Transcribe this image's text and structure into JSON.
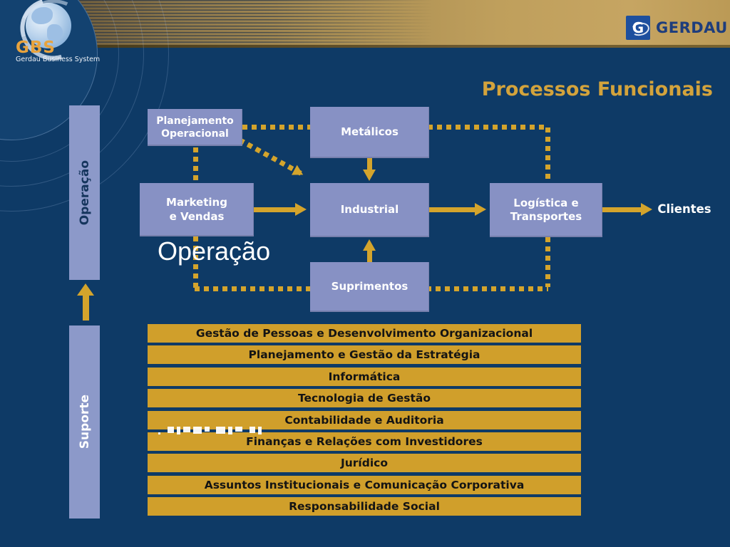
{
  "logo_gbs": {
    "acronym": "GBS",
    "subtitle": "Gerdau Business System"
  },
  "logo_gerdau": {
    "monogram": "G",
    "brand": "GERDAU"
  },
  "title": "Processos Funcionais",
  "lanes": {
    "operation": "Operação",
    "support": "Suporte"
  },
  "caption_operacao": "Operação",
  "boxes": {
    "planejamento": "Planejamento\nOperacional",
    "metalicos": "Metálicos",
    "marketing": "Marketing\ne Vendas",
    "industrial": "Industrial",
    "logistica": "Logística e\nTransportes",
    "suprimentos": "Suprimentos"
  },
  "labels": {
    "clientes": "Clientes"
  },
  "support": {
    "bars": [
      "Gestão de Pessoas e Desenvolvimento Organizacional",
      "Planejamento e Gestão da Estratégia",
      "Informática",
      "Tecnologia de Gestão",
      "Contabilidade e Auditoria",
      "Finanças e Relações com Investidores",
      "Jurídico",
      "Assuntos Institucionais e Comunicação Corporativa",
      "Responsabilidade Social"
    ]
  },
  "colors": {
    "background": "#0E3A66",
    "box_fill": "#8791C4",
    "lane_fill": "#8C99C9",
    "connector_gold": "#D4A42C",
    "support_bar_gold": "#D09F2B",
    "title_gold": "#D3A33C",
    "band_gold": "#BB9A56"
  }
}
